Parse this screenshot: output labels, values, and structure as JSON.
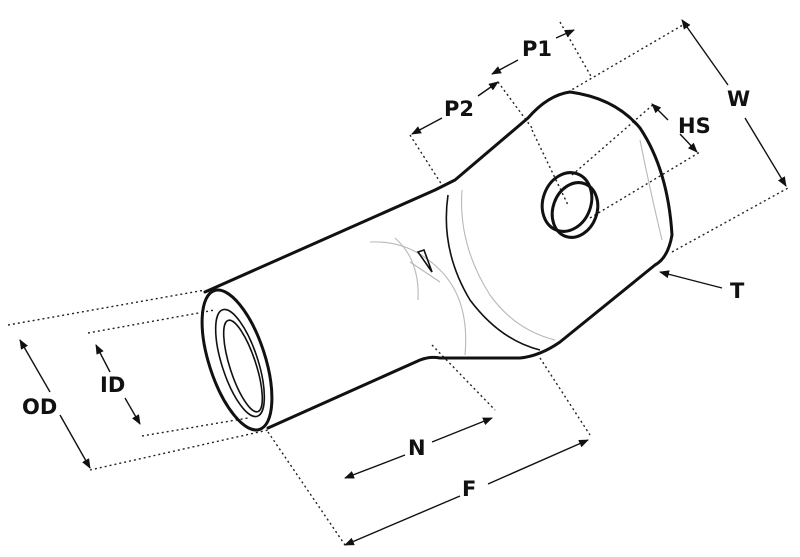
{
  "labels": {
    "p1": "P1",
    "p2": "P2",
    "w": "W",
    "hs": "HS",
    "t": "T",
    "id": "ID",
    "od": "OD",
    "n": "N",
    "f": "F"
  }
}
